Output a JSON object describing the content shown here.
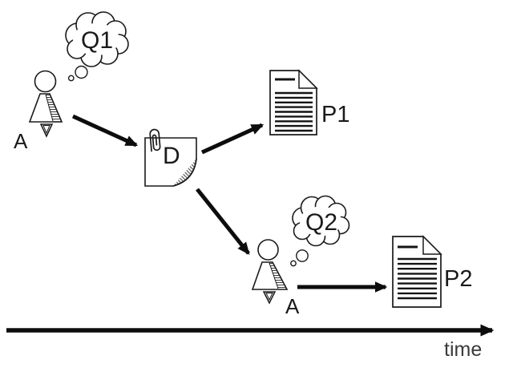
{
  "diagram": {
    "background": "#ffffff",
    "ink_color": "#1a1a1a",
    "muted_color": "#3a3a3a",
    "actor1": {
      "label": "A",
      "thought": "Q1",
      "icon": "person-icon"
    },
    "actor2": {
      "label": "A",
      "thought": "Q2",
      "icon": "person-icon"
    },
    "note": {
      "label": "D",
      "icon": "note-with-paperclip-icon"
    },
    "paper1": {
      "label": "P1",
      "icon": "document-icon"
    },
    "paper2": {
      "label": "P2",
      "icon": "document-icon"
    },
    "timeline": {
      "label": "time",
      "icon": "right-arrow-icon"
    }
  }
}
